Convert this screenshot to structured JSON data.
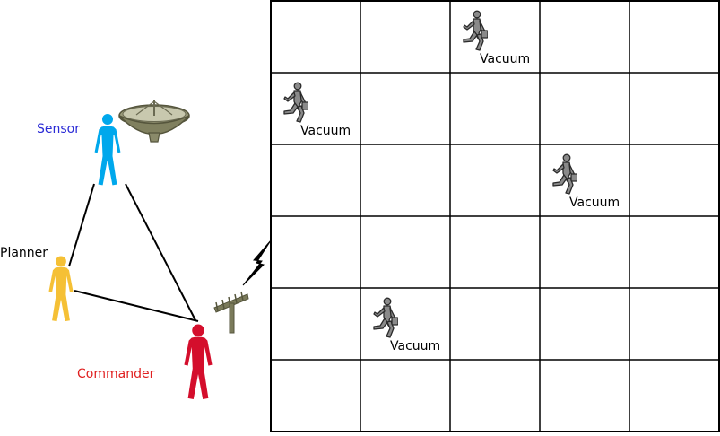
{
  "agents": {
    "sensor": {
      "label": "Sensor",
      "color": "#00a8ec",
      "label_color": "#2b2bd6"
    },
    "planner": {
      "label": "Planner",
      "color": "#f5c035",
      "label_color": "#000000"
    },
    "commander": {
      "label": "Commander",
      "color": "#d40e2c",
      "label_color": "#e02020"
    }
  },
  "grid": {
    "rows": 6,
    "cols": 5,
    "robots": [
      {
        "label": "Vacuum",
        "row": 0,
        "col": 2
      },
      {
        "label": "Vacuum",
        "row": 1,
        "col": 0
      },
      {
        "label": "Vacuum",
        "row": 2,
        "col": 3
      },
      {
        "label": "Vacuum",
        "row": 4,
        "col": 1
      }
    ]
  },
  "icons": {
    "dish": "satellite-dish-icon",
    "antenna": "antenna-icon",
    "signal": "lightning-signal-icon",
    "robot": "running-vacuum-robot-icon"
  }
}
